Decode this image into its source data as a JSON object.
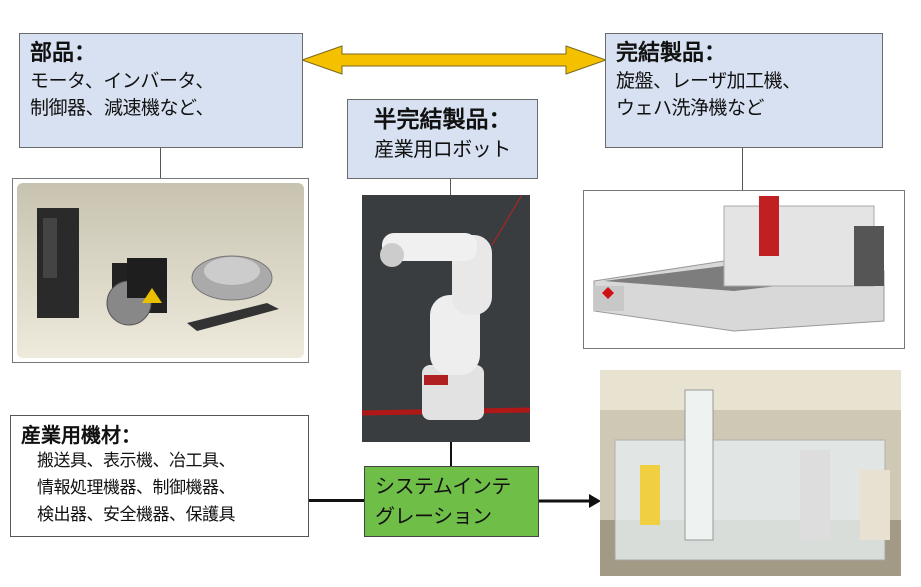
{
  "parts": {
    "title": "部品：",
    "lines": [
      "モータ、インバータ、",
      "制御器、減速機など、"
    ]
  },
  "semi_finished": {
    "title": "半完結製品：",
    "subtitle": "産業用ロボット"
  },
  "finished": {
    "title": "完結製品：",
    "lines": [
      "旋盤、レーザ加工機、",
      "ウェハ洗浄機など"
    ]
  },
  "materials": {
    "title": "産業用機材：",
    "lines": [
      "搬送具、表示機、冶工具、",
      "情報処理機器、制御機器、",
      "検出器、安全機器、保護具"
    ]
  },
  "integration": {
    "lines": [
      "システムインテ",
      "グレーション"
    ]
  },
  "colors": {
    "box_blue": "#d7e1f1",
    "arrow_yellow": "#f5c000",
    "integration_green": "#6fbe47"
  }
}
